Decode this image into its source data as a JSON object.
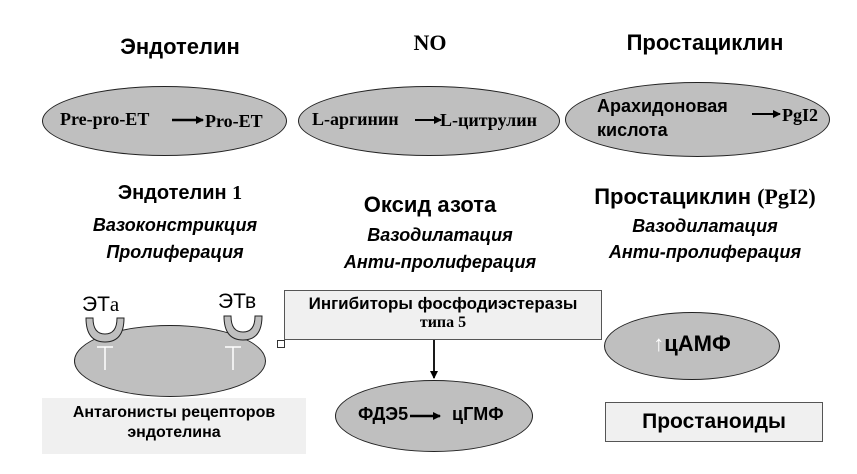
{
  "columns": {
    "endothelin": {
      "header": "Эндотелин",
      "pathway_from": "Pre-pro-ET",
      "pathway_to": "Pro-ET",
      "product": "Эндотелин",
      "product_suffix": "1",
      "effects": [
        "Вазоконстрикция",
        "Пролиферация"
      ]
    },
    "no": {
      "header": "NO",
      "pathway_from": "L-аргинин",
      "pathway_to": "L-цитрулин",
      "product": "Оксид азота",
      "effects": [
        "Вазодилатация",
        "Анти-пролиферация"
      ]
    },
    "prostacyclin": {
      "header": "Простациклин",
      "pathway_from_line1": "Арахидоновая",
      "pathway_from_line2": "кислота",
      "pathway_to": "PgI2",
      "product": "Простациклин",
      "product_suffix": "(PgI2)",
      "effects": [
        "Вазодилатация",
        "Анти-пролиферация"
      ]
    }
  },
  "receptors": {
    "eta": "ЭТ",
    "eta_suffix": "а",
    "etb": "ЭТ",
    "etb_suffix": "в",
    "antagonists_line1": "Антагонисты рецепторов",
    "antagonists_line2": "эндотелина"
  },
  "pde5": {
    "inhibitor_line1": "Ингибиторы фосфодиэстеразы",
    "inhibitor_line2": "типа 5",
    "enzyme": "ФДЭ5",
    "product": "цГМФ"
  },
  "camp": {
    "label": "цАМФ",
    "arrow": "↑"
  },
  "prostanoids": "Простаноиды"
}
